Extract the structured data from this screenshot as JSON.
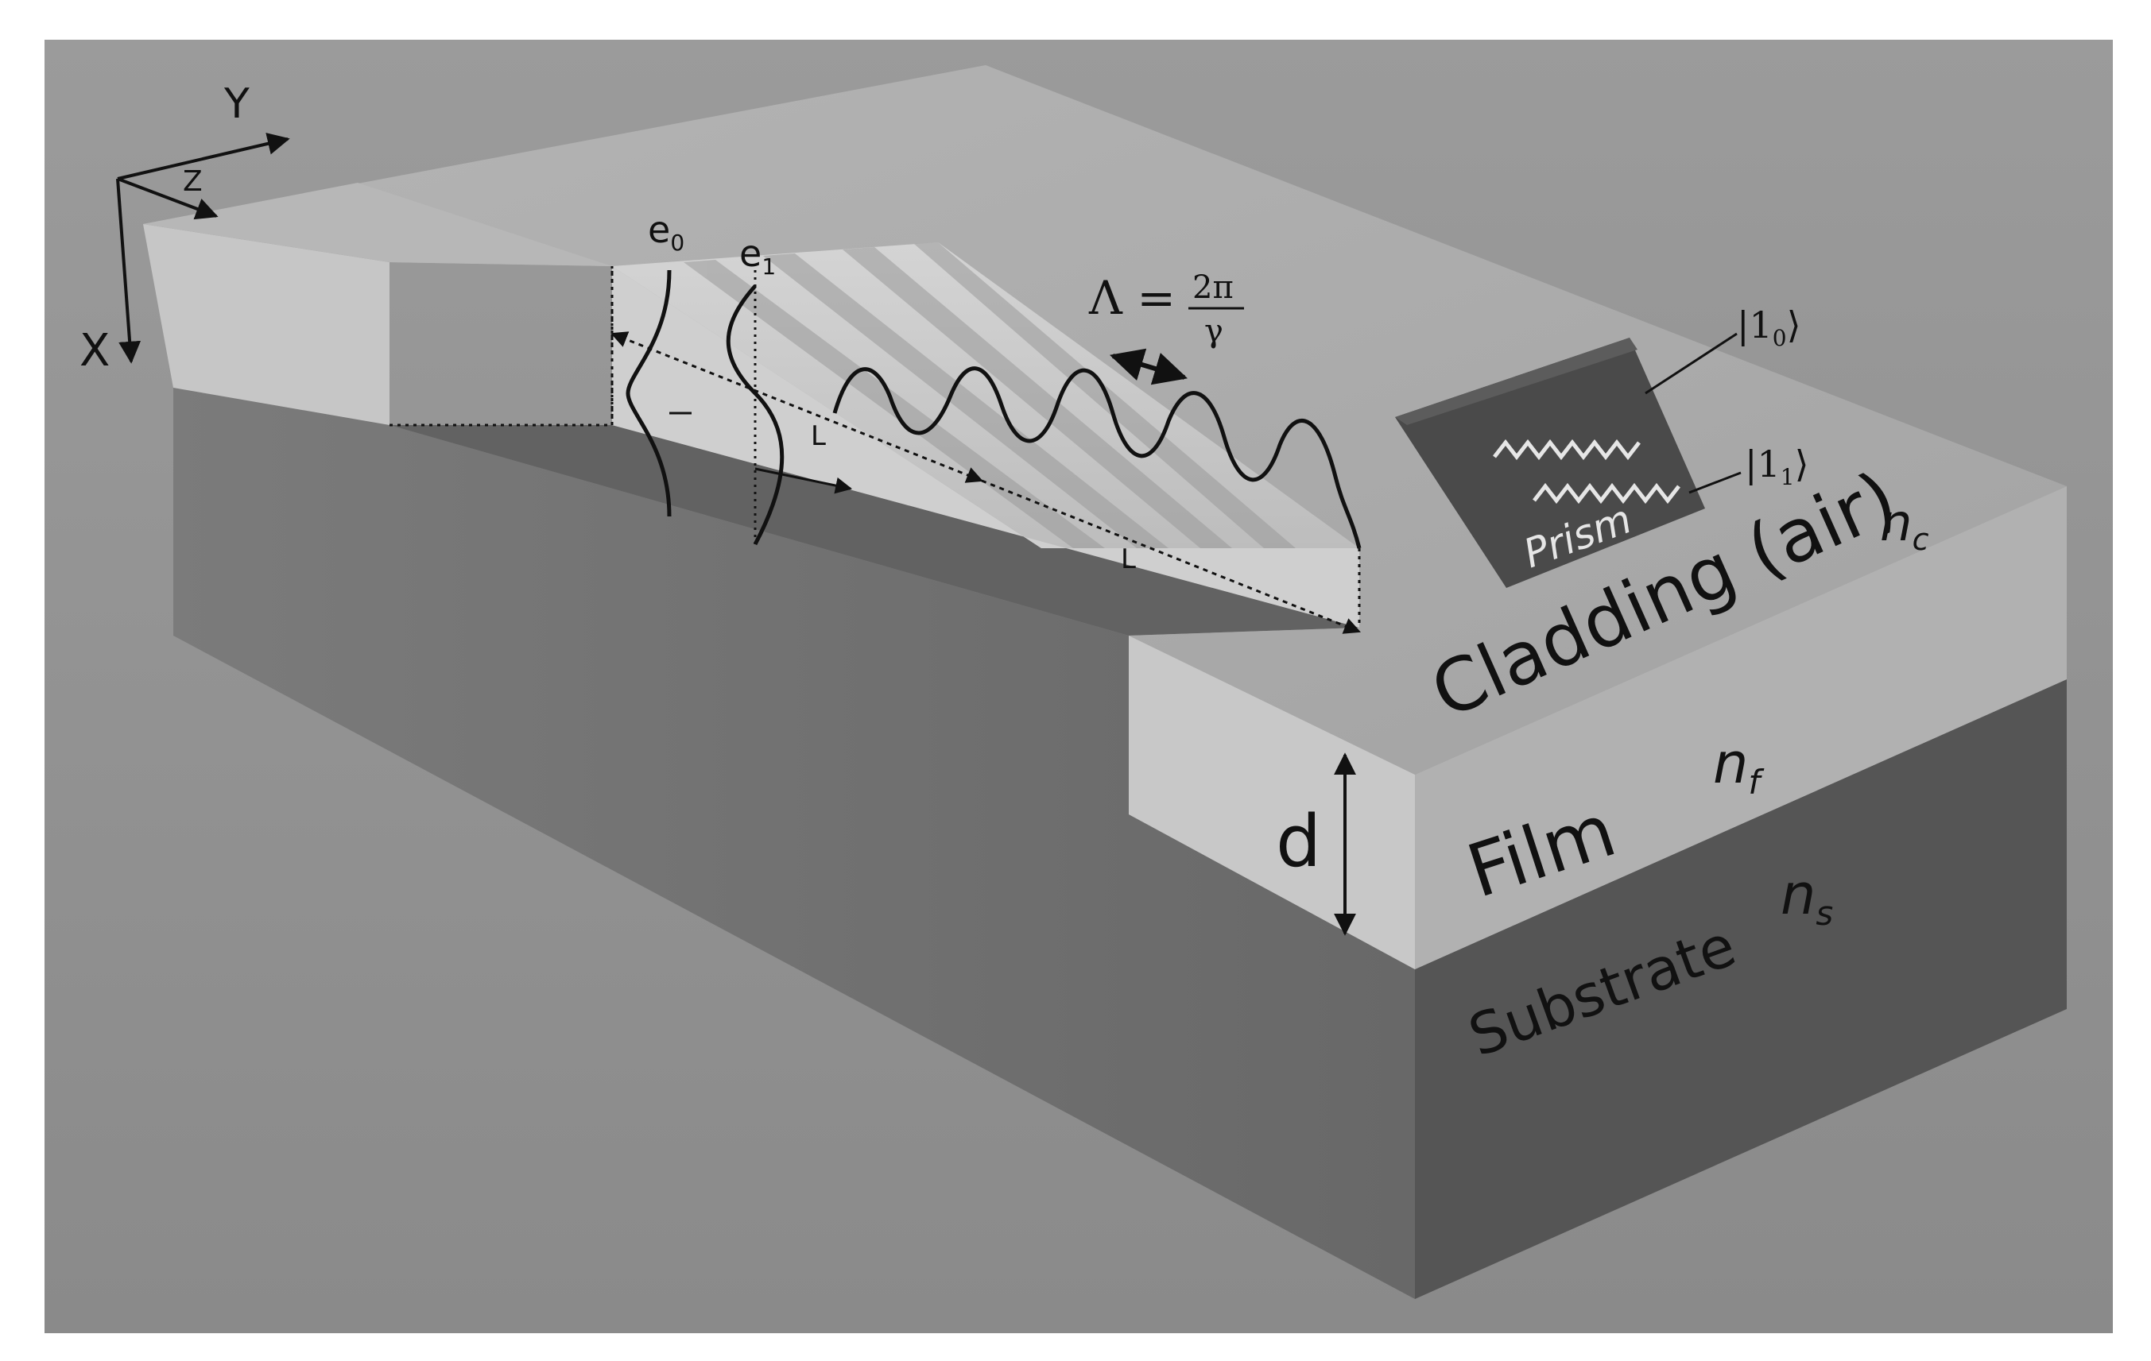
{
  "axes": {
    "x": "X",
    "y": "Y",
    "z": "Z"
  },
  "modes": {
    "e0": "e",
    "e0_sub": "0",
    "e1": "e",
    "e1_sub": "1"
  },
  "grating": {
    "lambda_lhs": "Λ = ",
    "numerator": "2π",
    "denominator": "γ"
  },
  "lengths": {
    "l1": "L",
    "l2": "L"
  },
  "prism": {
    "label": "Prism",
    "state0": "|1",
    "state0_sub": "0",
    "state1": "|1",
    "state1_sub": "1",
    "ket": "⟩"
  },
  "layers": {
    "cladding": "Cladding (air)",
    "cladding_n": "n",
    "cladding_n_sub": "c",
    "film": "Film",
    "film_n": "n",
    "film_n_sub": "f",
    "substrate": "Substrate",
    "substrate_n": "n",
    "substrate_n_sub": "s"
  },
  "thickness": "d",
  "colors": {
    "background": "#8f8f8f",
    "cladding_top": "#a9a9a9",
    "film_face": "#c9c9c9",
    "film_side": "#b3b3b3",
    "substrate_front": "#727272",
    "substrate_side": "#545454",
    "prism": "#4a4a4a"
  }
}
